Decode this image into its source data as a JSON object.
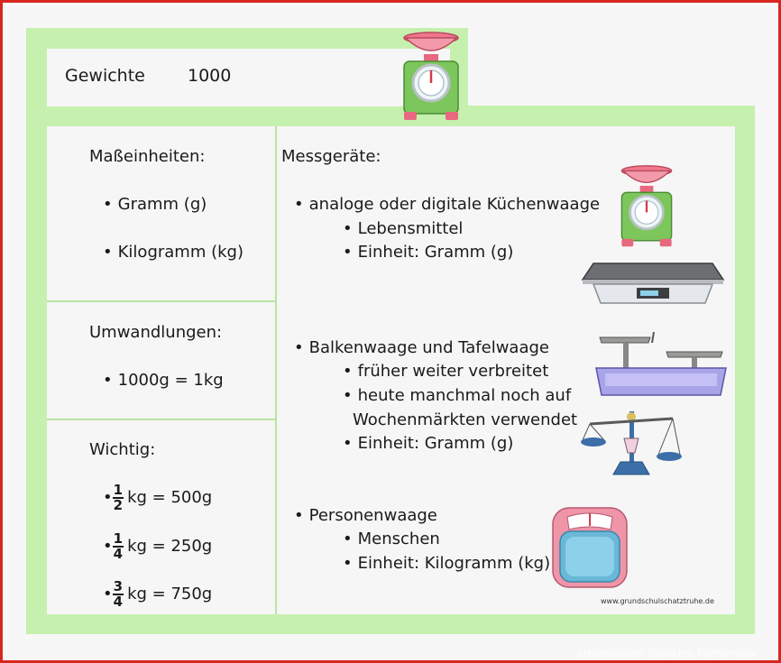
{
  "header": {
    "title": "Gewichte",
    "number": "1000"
  },
  "left": {
    "units": {
      "heading": "Maßeinheiten:",
      "items": [
        "Gramm (g)",
        "Kilogramm (kg)"
      ]
    },
    "conversions": {
      "heading": "Umwandlungen:",
      "items": [
        "1000g = 1kg"
      ]
    },
    "important": {
      "heading": "Wichtig:",
      "items": [
        {
          "num": "1",
          "den": "2",
          "text": "kg = 500g"
        },
        {
          "num": "1",
          "den": "4",
          "text": "kg = 250g"
        },
        {
          "num": "3",
          "den": "4",
          "text": "kg = 750g"
        }
      ]
    }
  },
  "right": {
    "heading": "Messgeräte:",
    "groups": [
      {
        "title": "analoge oder digitale Küchenwaage",
        "subs": [
          "Lebensmittel",
          "Einheit: Gramm (g)"
        ]
      },
      {
        "title": "Balkenwaage und Tafelwaage",
        "subs": [
          "früher weiter verbreitet",
          "heute manchmal noch auf",
          "Wochenmärkten verwendet",
          "Einheit: Gramm (g)"
        ]
      },
      {
        "title": "Personenwaage",
        "subs": [
          "Menschen",
          "Einheit: Kilogramm (kg)"
        ]
      }
    ]
  },
  "footer_url": "www.grundschulschatztruhe.de",
  "watermark": "arbeitsblätter Gewichte Mathematik",
  "icons": [
    "kitchen-scale-icon",
    "digital-scale-icon",
    "table-scale-icon",
    "balance-scale-icon",
    "bathroom-scale-icon"
  ],
  "colors": {
    "green": "#c6f0ae",
    "panel": "#f6f6f6",
    "border": "#d6261f",
    "scale_pink": "#f0768c",
    "scale_green": "#7cc65c"
  }
}
